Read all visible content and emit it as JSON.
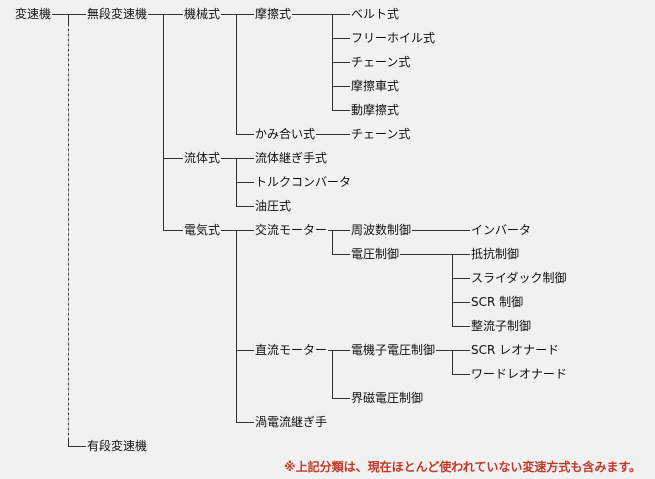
{
  "tree": {
    "label": "変速機",
    "children": [
      {
        "label": "無段変速機",
        "children": [
          {
            "label": "機械式",
            "children": [
              {
                "label": "摩擦式",
                "children": [
                  {
                    "label": "ベルト式"
                  },
                  {
                    "label": "フリーホイル式"
                  },
                  {
                    "label": "チェーン式"
                  },
                  {
                    "label": "摩擦車式"
                  },
                  {
                    "label": "動摩擦式"
                  }
                ]
              },
              {
                "label": "かみ合い式",
                "children": [
                  {
                    "label": "チェーン式"
                  }
                ]
              }
            ]
          },
          {
            "label": "流体式",
            "children": [
              {
                "label": "流体継ぎ手式"
              },
              {
                "label": "トルクコンバータ"
              },
              {
                "label": "油圧式"
              }
            ]
          },
          {
            "label": "電気式",
            "children": [
              {
                "label": "交流モーター",
                "children": [
                  {
                    "label": "周波数制御",
                    "children": [
                      {
                        "label": "インバータ"
                      }
                    ]
                  },
                  {
                    "label": "電圧制御",
                    "children": [
                      {
                        "label": "抵抗制御"
                      },
                      {
                        "label": "スライダック制御"
                      },
                      {
                        "label": "SCR 制御"
                      },
                      {
                        "label": "整流子制御"
                      }
                    ]
                  }
                ]
              },
              {
                "label": "直流モーター",
                "children": [
                  {
                    "label": "電機子電圧制御",
                    "children": [
                      {
                        "label": "SCR レオナード"
                      },
                      {
                        "label": "ワードレオナード"
                      }
                    ]
                  },
                  {
                    "label": "界磁電圧制御"
                  }
                ]
              },
              {
                "label": "渦電流継ぎ手"
              }
            ]
          }
        ]
      },
      {
        "label": "有段変速機"
      }
    ]
  },
  "footnote": "※上記分類は、現在ほとんど使われていない変速方式も含みます。"
}
